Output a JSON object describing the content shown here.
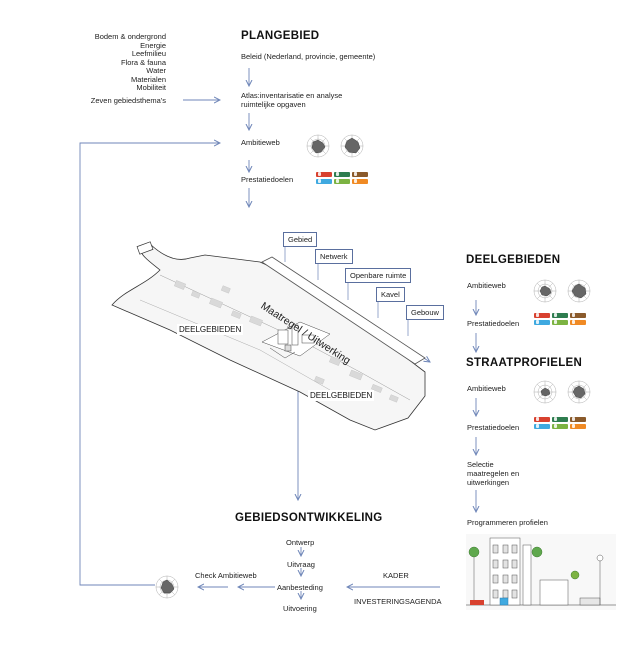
{
  "themes": {
    "items": [
      "Bodem & ondergrond",
      "Energie",
      "Leefmilieu",
      "Flora & fauna",
      "Water",
      "Materialen",
      "Mobiliteit"
    ],
    "summary": "Zeven gebiedsthema's"
  },
  "plangebied": {
    "title": "PLANGEBIED",
    "beleid": "Beleid (Nederland, provincie, gemeente)",
    "atlas_line1": "Atlas:inventarisatie en analyse",
    "atlas_line2": "ruimtelijke opgaven",
    "ambitieweb": "Ambitieweb",
    "prestatiedoelen": "Prestatiedoelen"
  },
  "scales": {
    "gebied": "Gebied",
    "netwerk": "Netwerk",
    "openbare_ruimte": "Openbare ruimte",
    "kavel": "Kavel",
    "gebouw": "Gebouw"
  },
  "map": {
    "band_label": "Maatregel / Uitwerking",
    "deelgebieden_left": "DEELGEBIEDEN",
    "deelgebieden_bottom": "DEELGEBIEDEN"
  },
  "deelgebieden": {
    "title": "DEELGEBIEDEN",
    "ambitieweb": "Ambitieweb",
    "prestatiedoelen": "Prestatiedoelen"
  },
  "straatprofielen": {
    "title": "STRAATPROFIELEN",
    "ambitieweb": "Ambitieweb",
    "prestatiedoelen": "Prestatiedoelen",
    "selectie_line1": "Selectie",
    "selectie_line2": "maatregelen en",
    "selectie_line3": "uitwerkingen",
    "programmeren": "Programmeren profielen"
  },
  "gebiedsontwikkeling": {
    "title": "GEBIEDSONTWIKKELING",
    "steps": [
      "Ontwerp",
      "Uitvraag",
      "Aanbesteding",
      "Uitvoering"
    ],
    "check": "Check Ambitieweb",
    "kader": "KADER",
    "investeringsagenda": "INVESTERINGSAGENDA"
  },
  "colors": {
    "arrow": "#6f86b8",
    "goals": [
      "#d8412f",
      "#2e7d4f",
      "#8a5a2b",
      "#3fa9e0",
      "#7cb342",
      "#f08a24"
    ]
  }
}
